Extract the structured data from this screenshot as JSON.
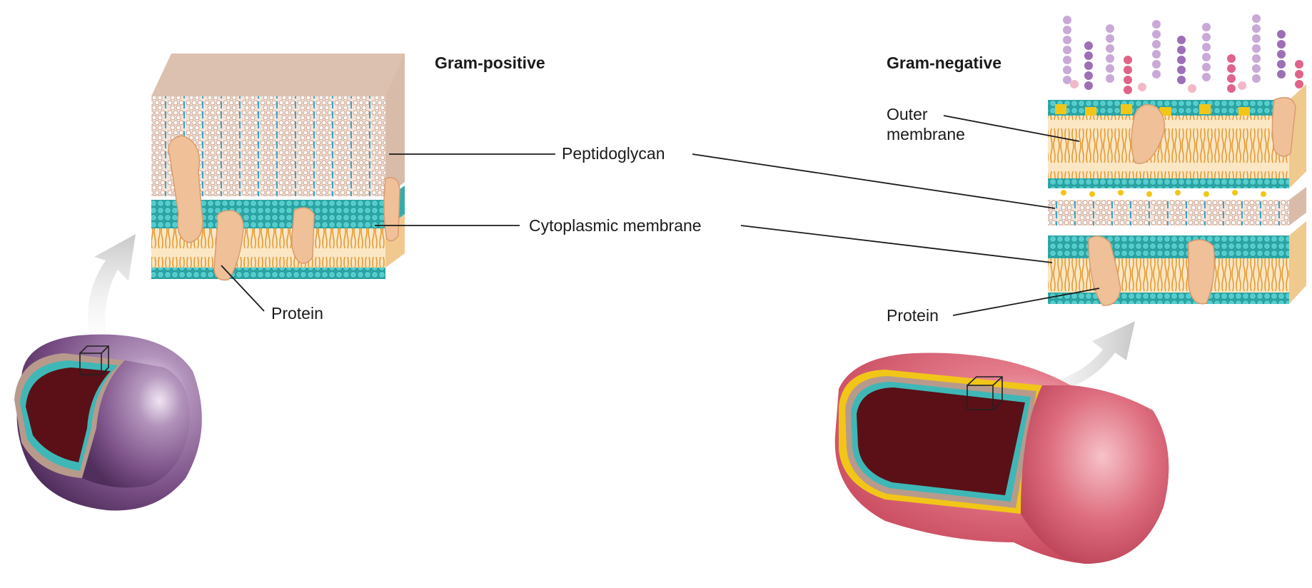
{
  "gram_positive": {
    "title": "Gram-positive",
    "peptidoglycan": "Peptidoglycan",
    "cytoplasmic_membrane": "Cytoplasmic membrane",
    "protein": "Protein",
    "cell_color": "#7a4f86"
  },
  "gram_negative": {
    "title": "Gram-negative",
    "outer_membrane": "Outer\nmembrane",
    "protein": "Protein",
    "cell_color": "#d1586c"
  },
  "colors": {
    "lipid_head": "#3fb7b7",
    "lipid_tail": "#e8a54a",
    "protein": "#f0c098",
    "peptidoglycan": "#ecd8cc",
    "cytoplasm": "#5a1016",
    "lps_yellow": "#f2c618"
  }
}
